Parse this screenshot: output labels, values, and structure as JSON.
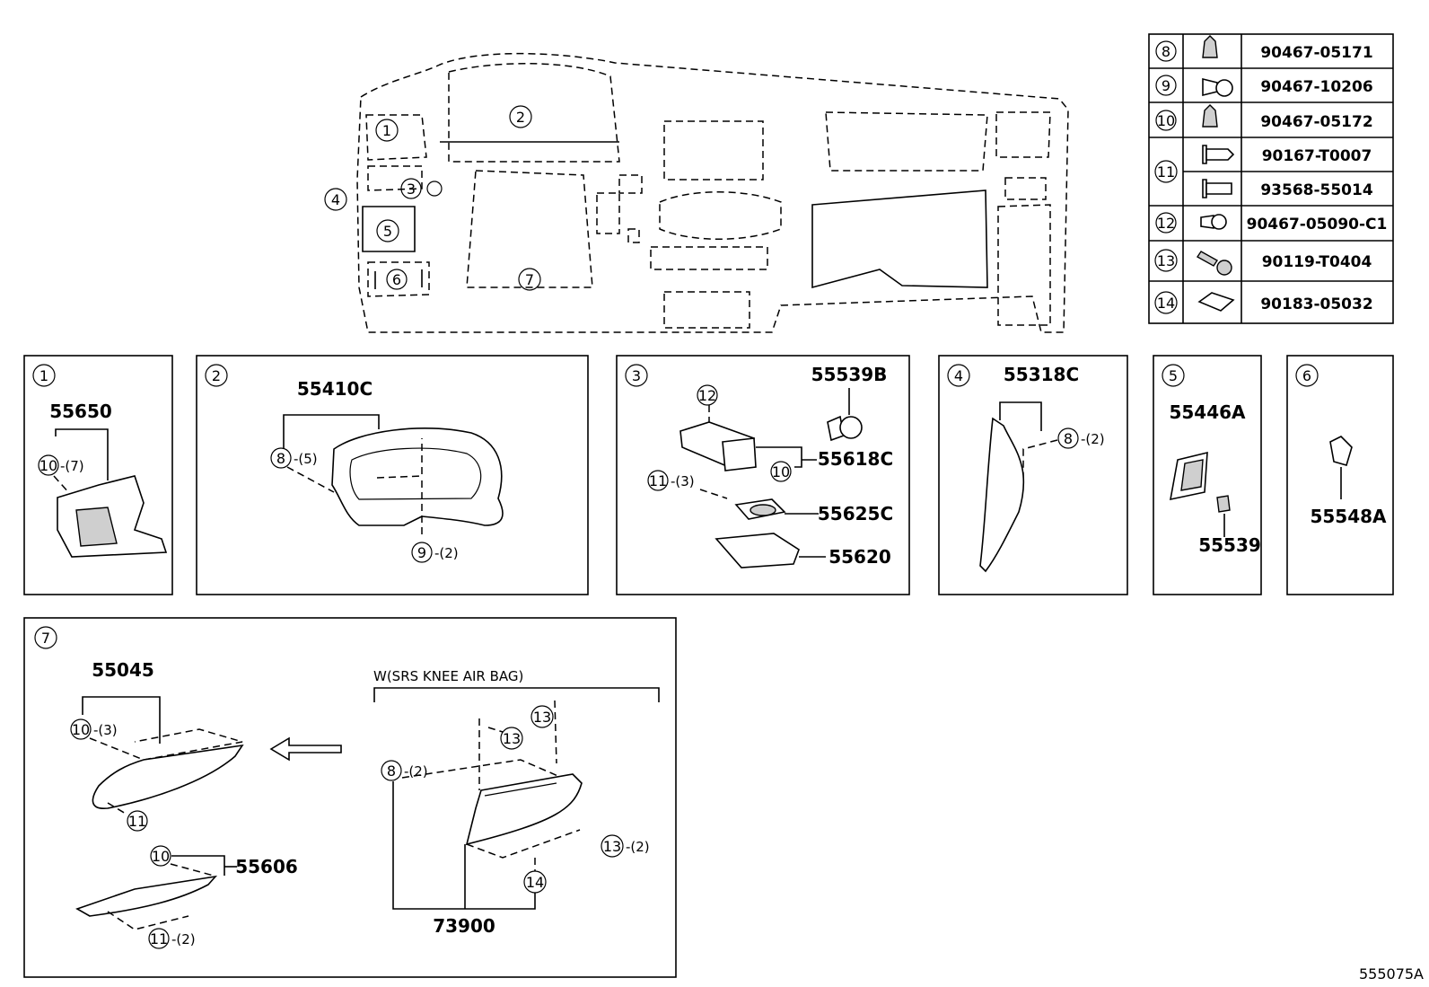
{
  "figure_id": "555075A",
  "callouts": [
    "1",
    "2",
    "3",
    "4",
    "5",
    "6",
    "7",
    "8",
    "9",
    "10",
    "11",
    "12",
    "13",
    "14"
  ],
  "fastener_table": [
    {
      "ref": "8",
      "part": "90467-05171",
      "icon": "clip-icon"
    },
    {
      "ref": "9",
      "part": "90467-10206",
      "icon": "push-rivet-icon"
    },
    {
      "ref": "10",
      "part": "90467-05172",
      "icon": "clip-icon"
    },
    {
      "ref": "11",
      "part": "90167-T0007",
      "icon": "screw-icon"
    },
    {
      "ref": "11",
      "part": "93568-55014",
      "icon": "screw-icon"
    },
    {
      "ref": "12",
      "part": "90467-05090-C1",
      "icon": "pin-icon"
    },
    {
      "ref": "13",
      "part": "90119-T0404",
      "icon": "bolt-icon"
    },
    {
      "ref": "14",
      "part": "90183-05032",
      "icon": "nut-icon"
    }
  ],
  "panels": {
    "p1": {
      "ref": "1",
      "part": "55650",
      "fastener": "10",
      "qty": "-(7)"
    },
    "p2": {
      "ref": "2",
      "part": "55410C",
      "fastener_a": "8",
      "qty_a": "-(5)",
      "fastener_b": "9",
      "qty_b": "-(2)"
    },
    "p3": {
      "ref": "3",
      "part_a": "55539B",
      "part_b": "55618C",
      "part_c": "55625C",
      "part_d": "55620",
      "fastener_a": "12",
      "fastener_b": "10",
      "fastener_c": "11",
      "qty_c": "-(3)"
    },
    "p4": {
      "ref": "4",
      "part": "55318C",
      "fastener": "8",
      "qty": "-(2)"
    },
    "p5": {
      "ref": "5",
      "part_a": "55446A",
      "part_b": "55539"
    },
    "p6": {
      "ref": "6",
      "part": "55548A"
    },
    "p7": {
      "ref": "7",
      "part_a": "55045",
      "part_b": "55606",
      "part_c": "73900",
      "note": "W(SRS KNEE AIR BAG)",
      "f_a": "10",
      "q_a": "-(3)",
      "f_b": "11",
      "f_c": "10",
      "f_d": "11",
      "q_d": "-(2)",
      "f_e": "8",
      "q_e": "-(2)",
      "f_f": "13",
      "f_g": "13",
      "f_h": "13",
      "q_h": "-(2)",
      "f_i": "14"
    }
  }
}
